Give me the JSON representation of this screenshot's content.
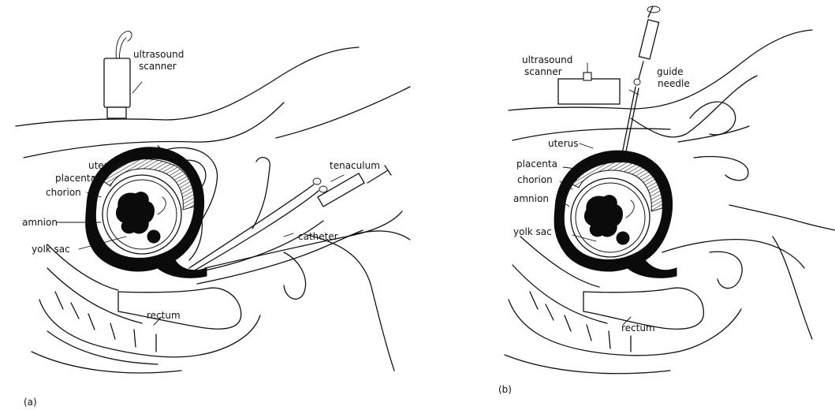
{
  "panels": [
    {
      "id": "a",
      "caption": "(a)",
      "labels": {
        "scanner": [
          "ultrasound",
          "scanner"
        ],
        "uterus": "uterus",
        "placenta": "placenta",
        "chorion": "chorion",
        "amnion": "amnion",
        "yolk_sac": "yolk sac",
        "tenaculum": "tenaculum",
        "catheter": "catheter",
        "rectum": "rectum"
      }
    },
    {
      "id": "b",
      "caption": "(b)",
      "labels": {
        "scanner": [
          "ultrasound",
          "scanner"
        ],
        "guide_needle": [
          "guide",
          "needle"
        ],
        "uterus": "uterus",
        "placenta": "placenta",
        "chorion": "chorion",
        "amnion": "amnion",
        "yolk_sac": "yolk sac",
        "rectum": "rectum"
      }
    }
  ]
}
